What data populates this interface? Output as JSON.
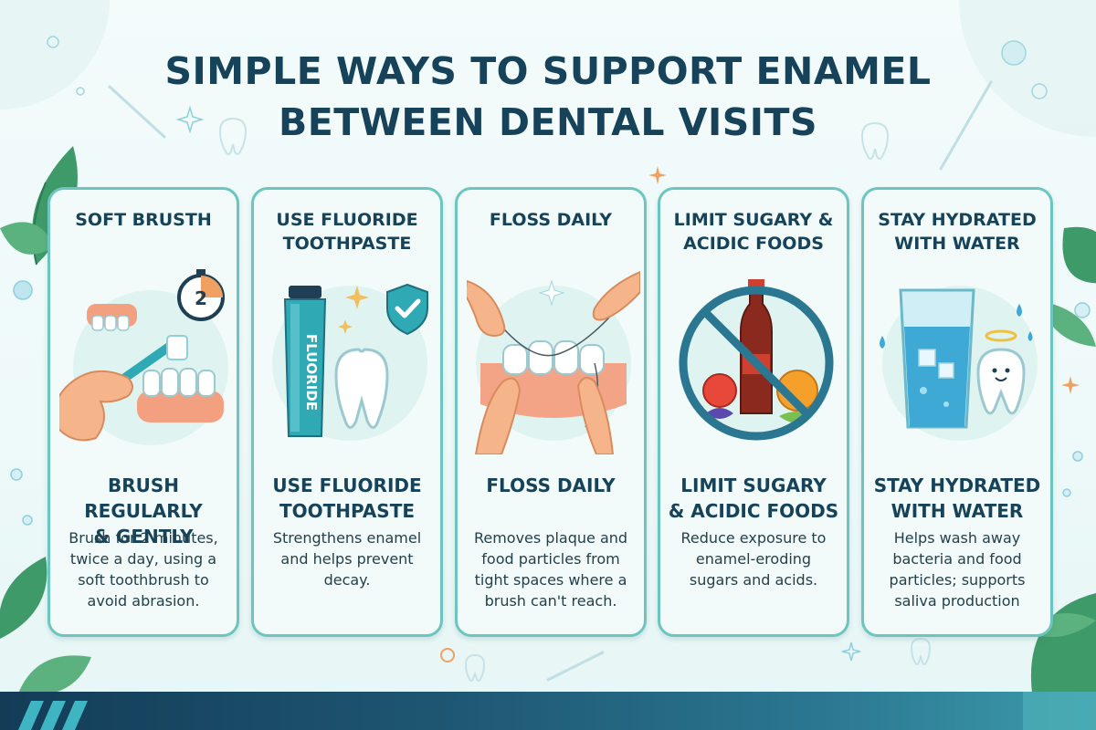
{
  "title": {
    "line1": "SIMPLE WAYS TO SUPPORT ENAMEL",
    "line2": "BETWEEN DENTAL VISITS"
  },
  "cards": [
    {
      "heading": "SOFT BRUSTH",
      "badge": "2",
      "subheading": "BRUSH REGULARLY\n& GENTLY",
      "description": "Brush for 2 minutes,\ntwice a day, using a\nsoft toothbrush to\navoid abrasion."
    },
    {
      "heading": "USE FLUORIDE\nTOOTHPASTE",
      "tube_label": "FLUORIDE",
      "subheading": "USE FLUORIDE\nTOOTHPASTE",
      "description": "Strengthens enamel\nand helps prevent\ndecay."
    },
    {
      "heading": "FLOSS DAILY",
      "subheading": "FLOSS DAILY",
      "description": "Removes plaque and\nfood particles from\ntight spaces where a\nbrush can't reach."
    },
    {
      "heading": "LIMIT SUGARY &\nACIDIC FOODS",
      "subheading": "LIMIT SUGARY\n& ACIDIC FOODS",
      "description": "Reduce exposure to\nenamel-eroding\nsugars and acids."
    },
    {
      "heading": "STAY HYDRATED\nWITH WATER",
      "subheading": "STAY HYDRATED\nWITH WATER",
      "description": "Helps wash away\nbacteria and food\nparticles; supports\nsaliva production"
    }
  ],
  "colors": {
    "title": "#16425a",
    "card_border": "#6cc5bf",
    "card_bg": "#f2fbf9",
    "leaf": "#3f9a6a",
    "accent_teal": "#2fa9b3"
  },
  "icons": [
    "stopwatch-icon",
    "shield-check-icon",
    "sparkle-icon",
    "no-sign-icon",
    "water-glass-icon",
    "tooth-icon",
    "toothbrush-icon"
  ]
}
